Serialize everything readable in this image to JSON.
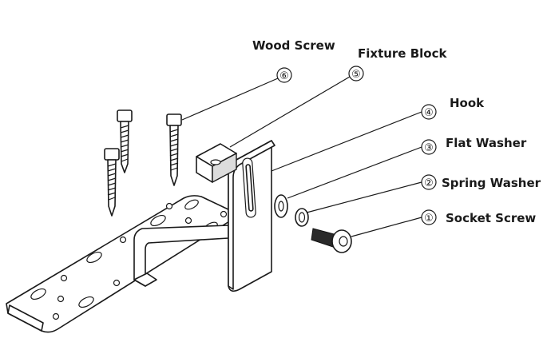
{
  "callouts": [
    {
      "number": "①",
      "label": "Socket Screw"
    },
    {
      "number": "②",
      "label": "Spring Washer"
    },
    {
      "number": "③",
      "label": "Flat Washer"
    },
    {
      "number": "④",
      "label": "Hook"
    },
    {
      "number": "⑤",
      "label": "Fixture Block"
    },
    {
      "number": "⑥",
      "label": "Wood Screw"
    }
  ]
}
